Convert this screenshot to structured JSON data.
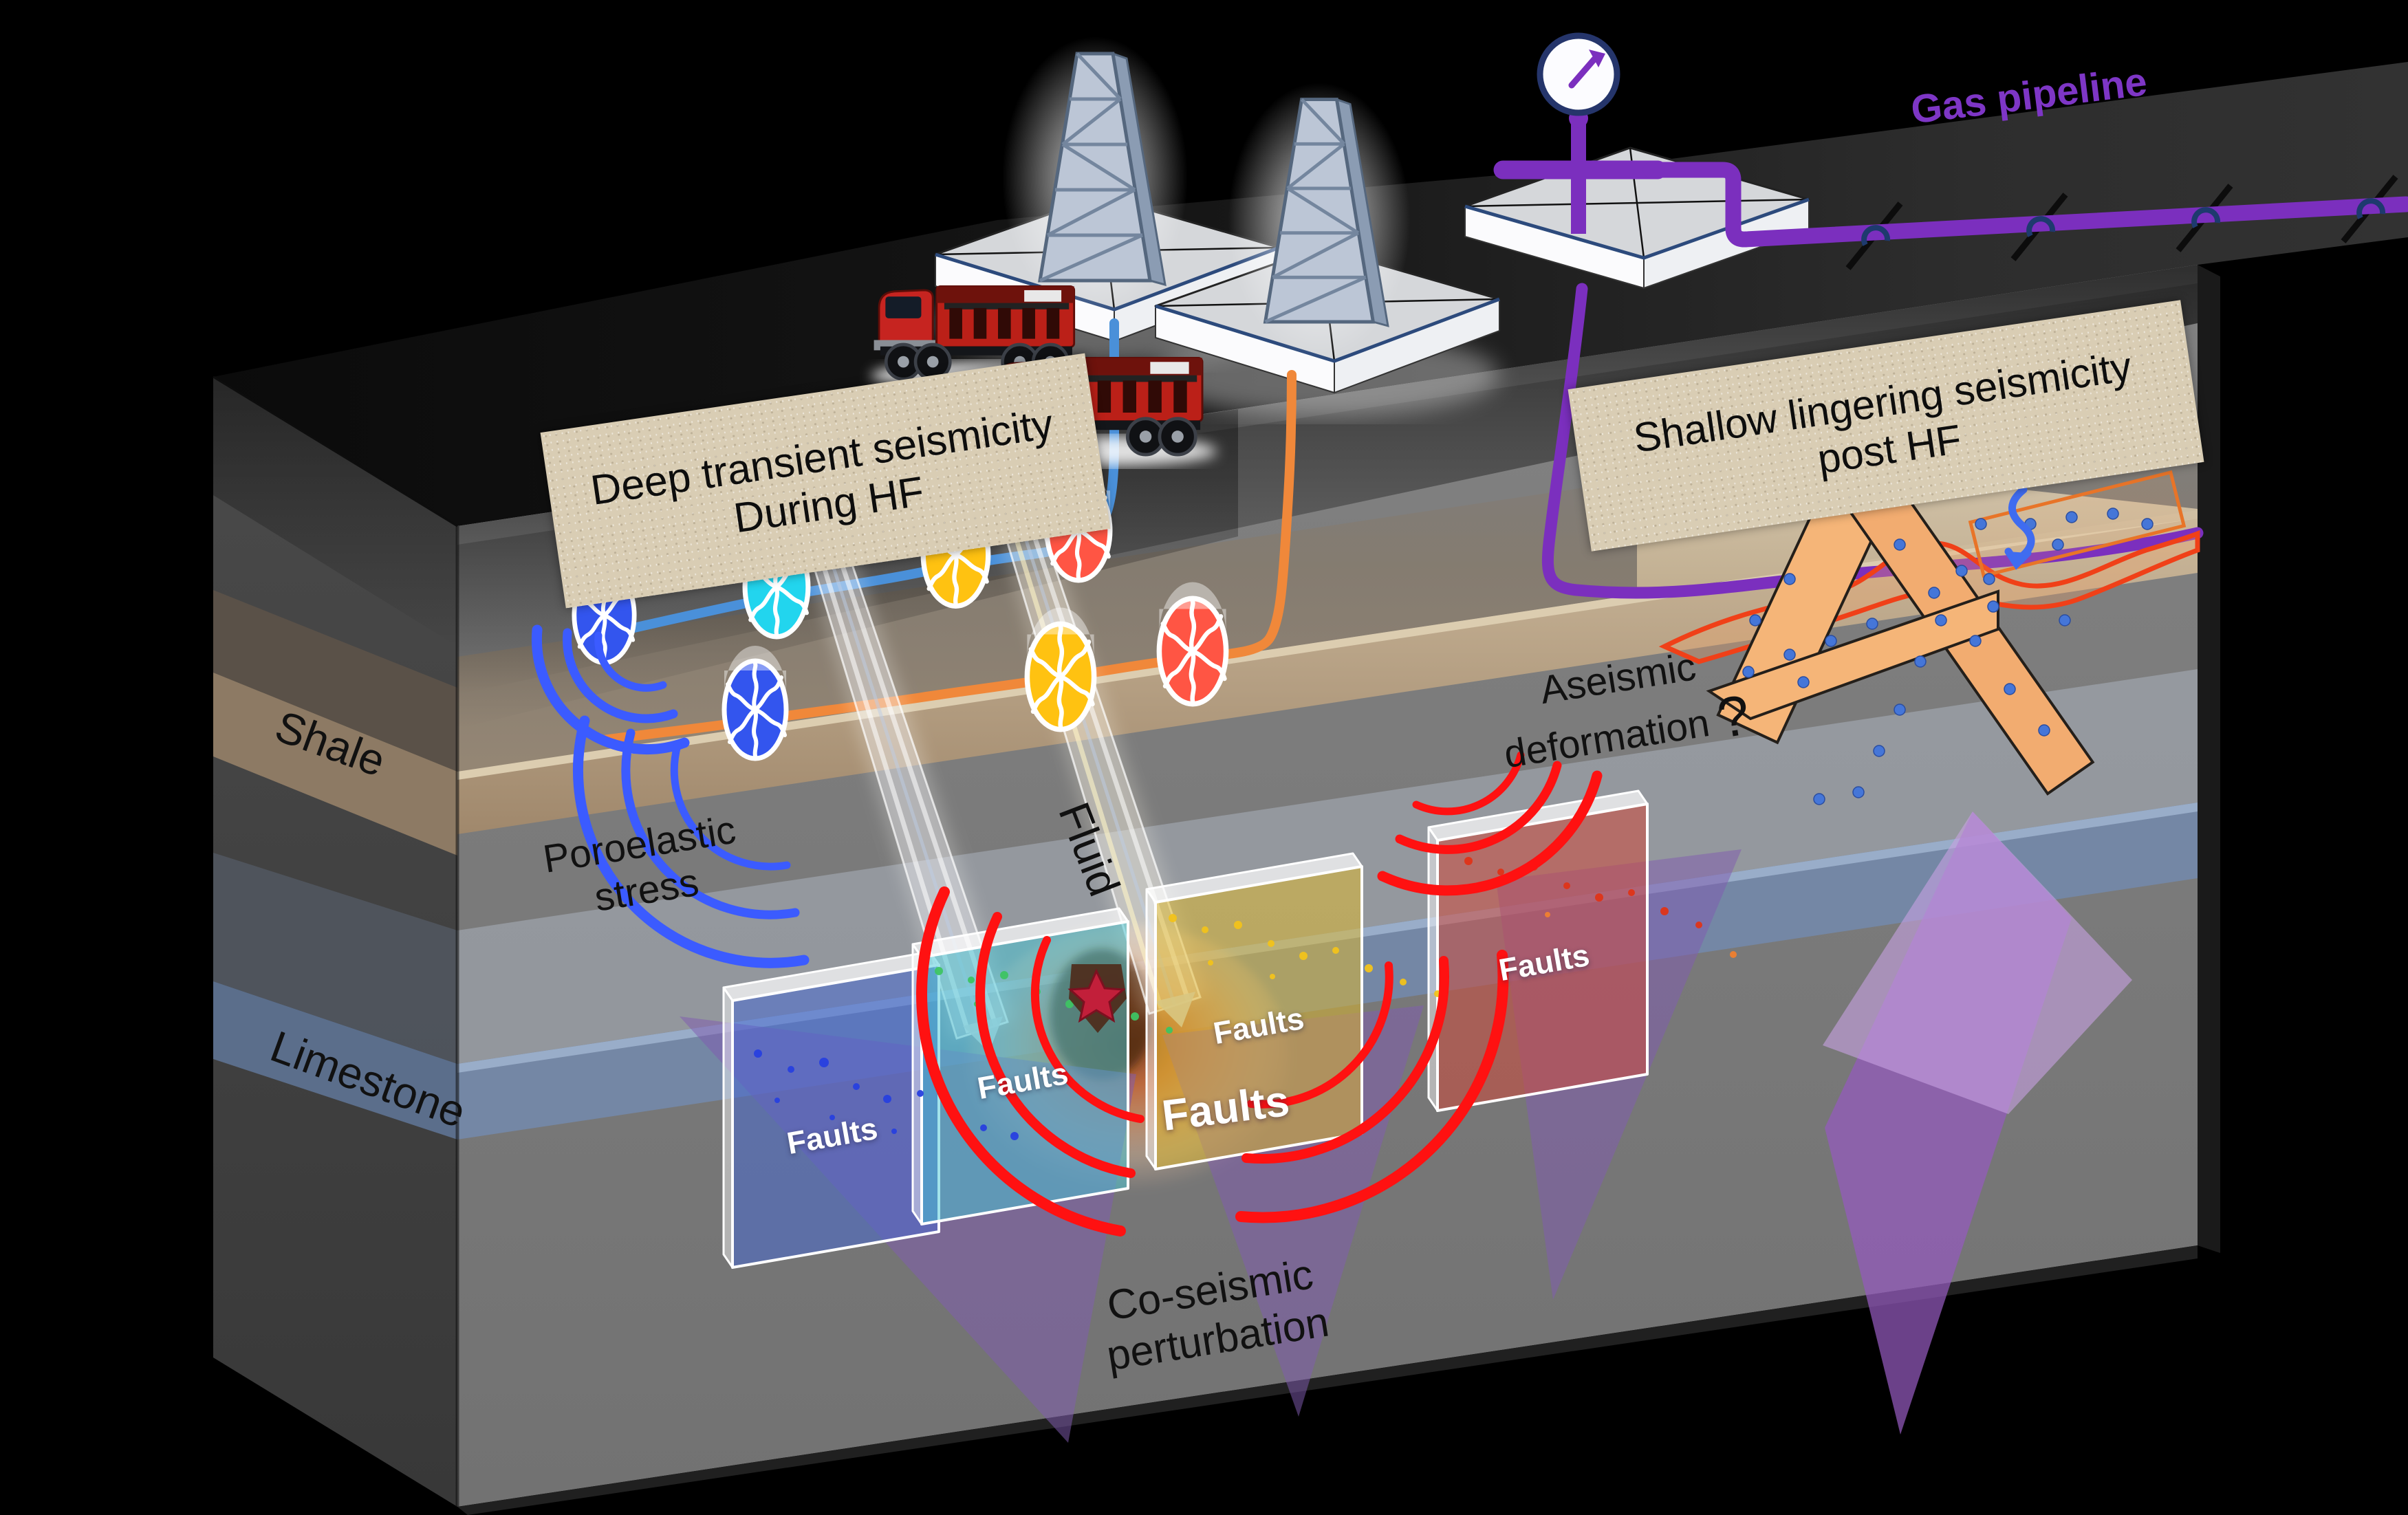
{
  "diagram": {
    "title_boxes": {
      "deep": {
        "line1": "Deep transient seismicity",
        "line2": "During HF"
      },
      "shallow": {
        "line1": "Shallow lingering seismicity",
        "line2": "post HF"
      }
    },
    "labels": {
      "gas_pipeline": "Gas pipeline",
      "shale": "Shale",
      "limestone": "Limestone",
      "poroelastic_line1": "Poroelastic",
      "poroelastic_line2": "stress",
      "fluid": "Fluid",
      "aseismic_line1": "Aseismic",
      "aseismic_line2": "deformation",
      "aseismic_question": "?",
      "coseismic_line1": "Co-seismic",
      "coseismic_line2": "perturbation",
      "faults": "Faults"
    },
    "colors": {
      "frack_well_1": "#4a90d9",
      "frack_well_2": "#f0883a",
      "gas_well": "#7b2fbe",
      "shale_layer": "#b49a7e",
      "limestone_layer": "#7389ad",
      "seismic_wave_blue": "#3b5bff",
      "seismic_wave_red": "#ff1111",
      "fault_panel_blue": "#4669d2",
      "fault_panel_cyan": "#46c8d7",
      "fault_panel_yellow": "#e1b928",
      "fault_panel_red": "#cd4b3c",
      "aseismic_slab": "#f5b578"
    }
  }
}
